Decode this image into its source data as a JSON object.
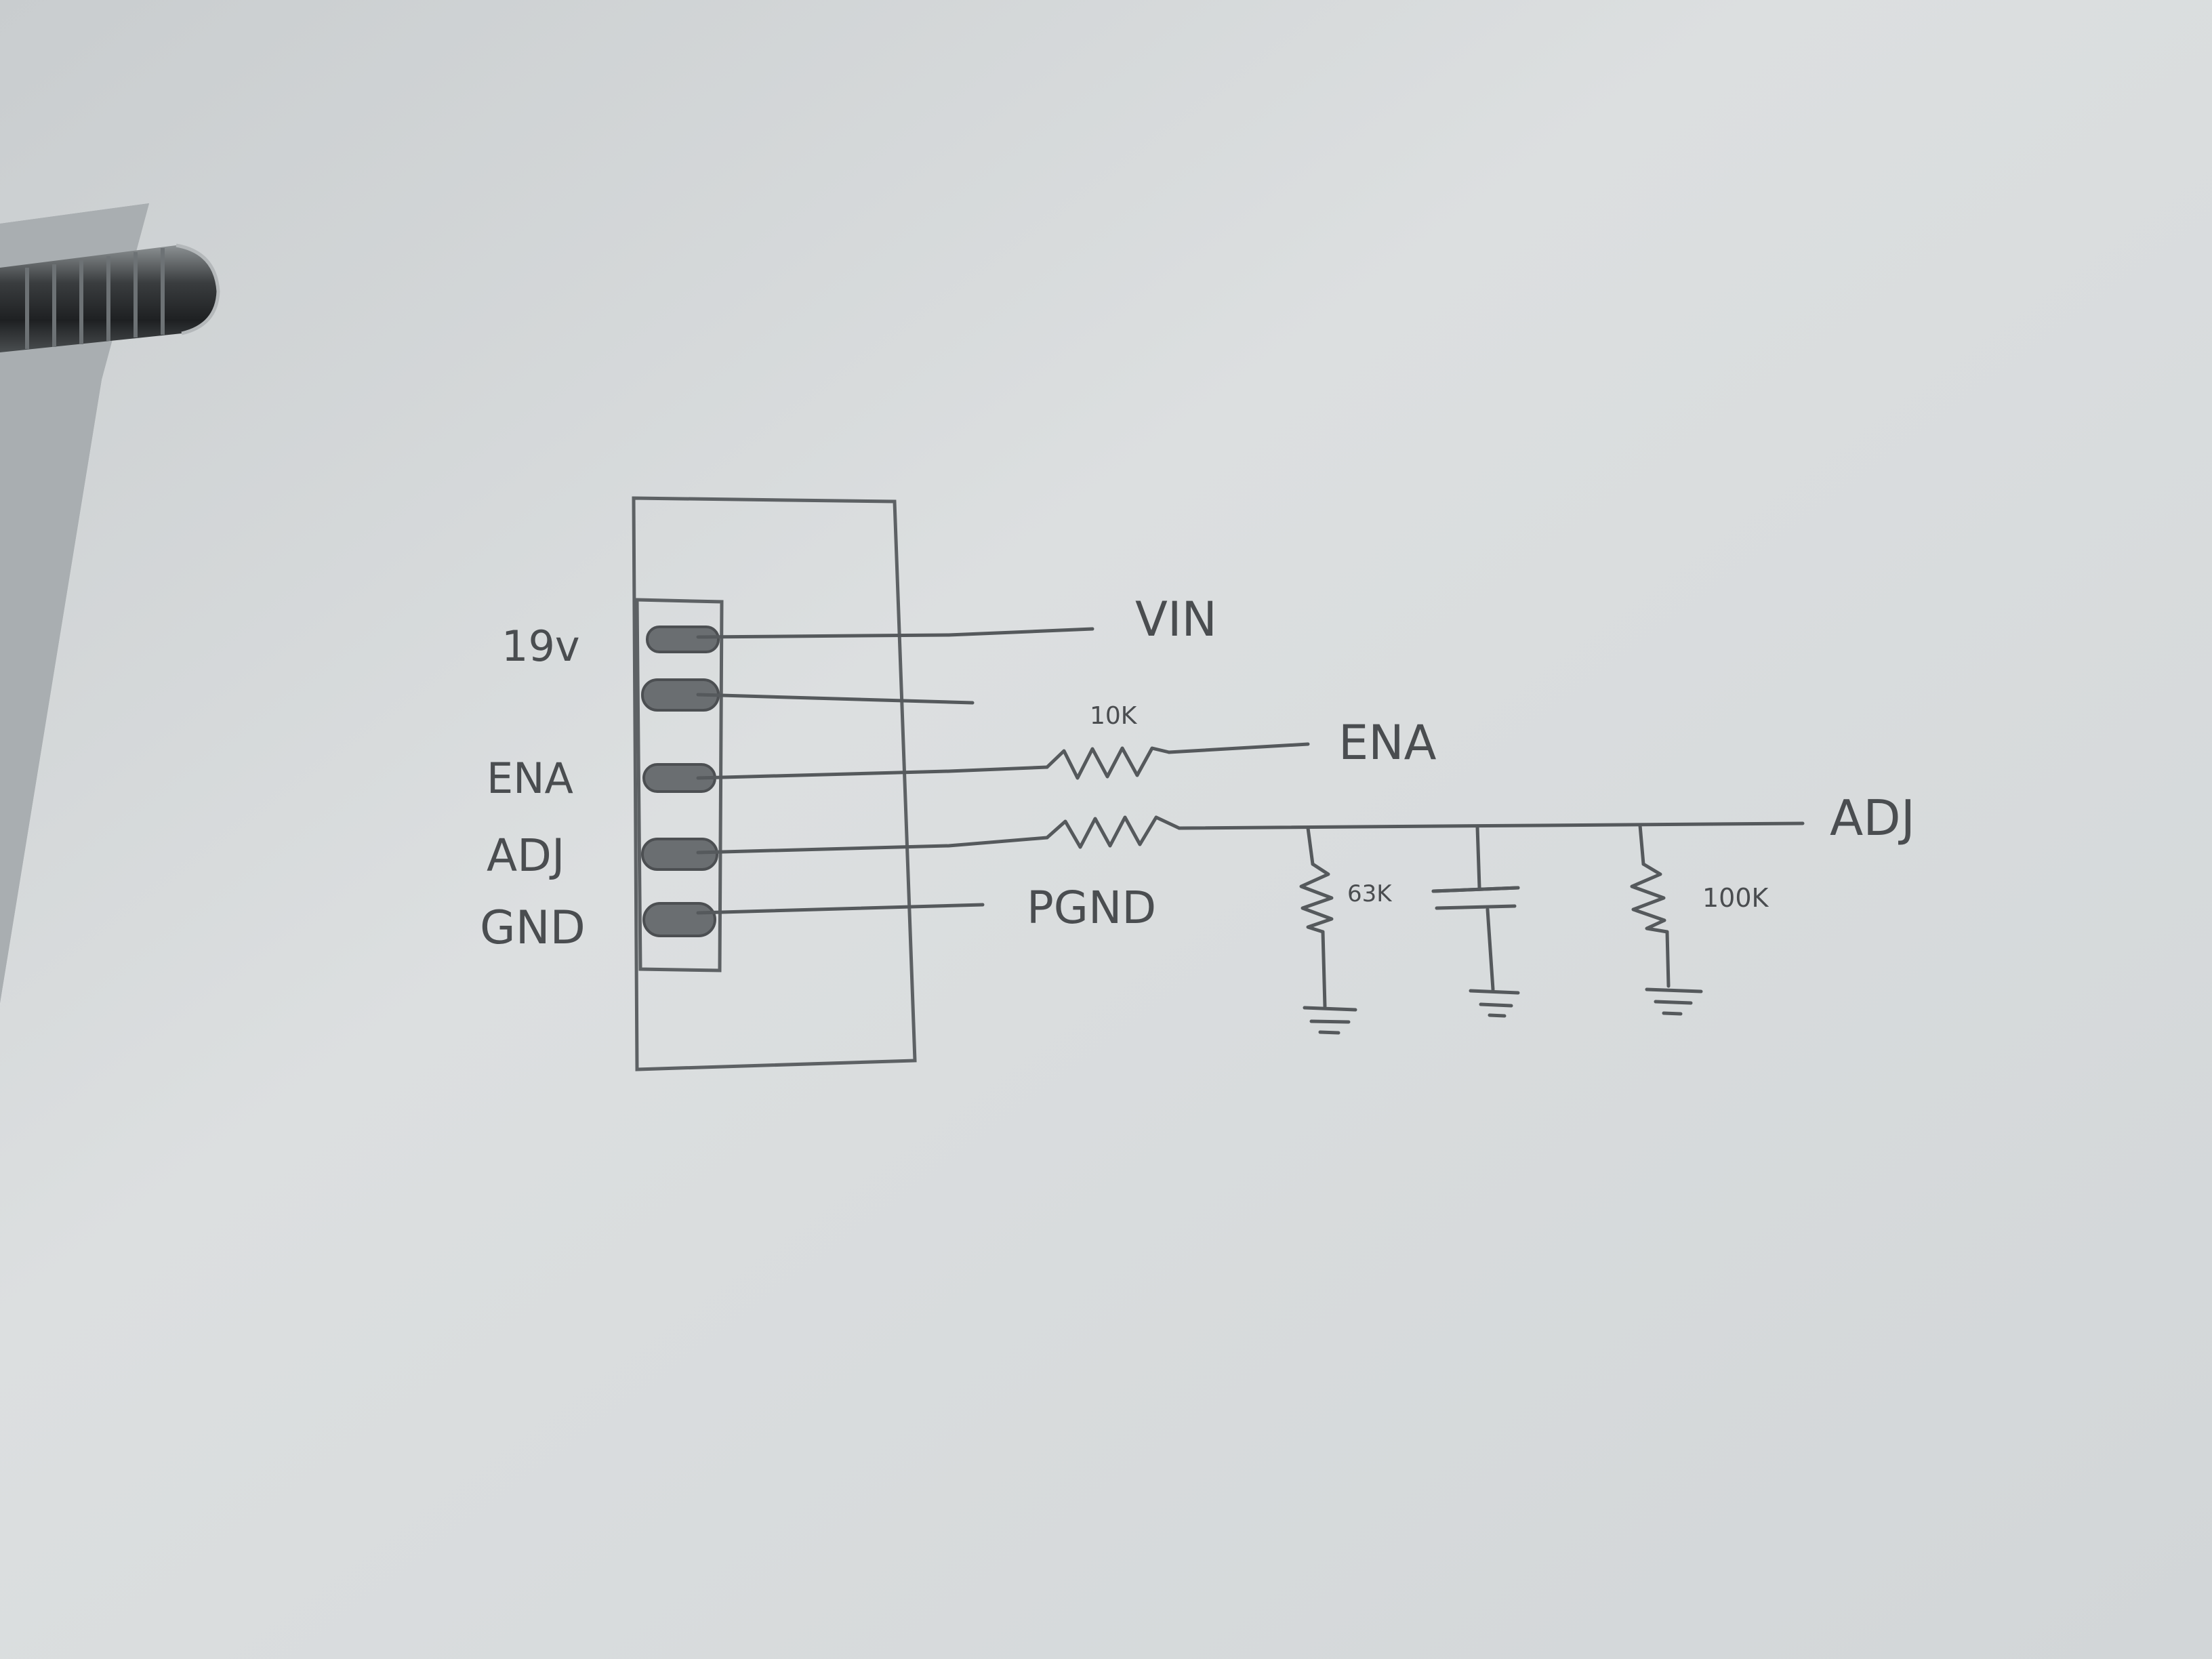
{
  "colors": {
    "paper": "#d9dcdd",
    "paper_shadow": "#c5c9cb",
    "graphite": "#55595c",
    "background": "#9ea3a6"
  },
  "connector": {
    "pin_labels": {
      "v19": "19v",
      "ena": "ENA",
      "adj": "ADJ",
      "gnd": "GND"
    }
  },
  "nets": {
    "vin": "VIN",
    "ena": "ENA",
    "adj": "ADJ",
    "pgnd": "PGND"
  },
  "components": {
    "r_ena": "10K",
    "r_63k": "63K",
    "r_100k": "100K"
  },
  "objects": {
    "pen_cap_icon": "pen-cap-icon"
  }
}
